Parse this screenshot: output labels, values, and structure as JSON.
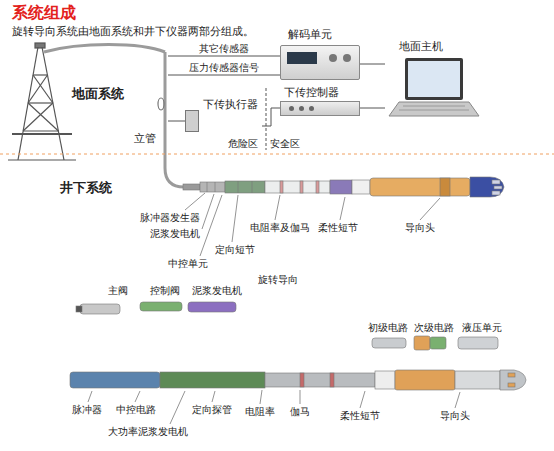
{
  "diagram": {
    "title": "系统组成",
    "nodes": [
      {
        "text": [
          "立管"
        ]
      },
      {
        "text": [
          "解码单元"
        ]
      },
      {
        "text": [
          "地面主机"
        ]
      },
      {
        "text": [
          "下传控制器"
        ]
      },
      {
        "text": [
          "下传执行器"
        ]
      }
    ],
    "edges": [
      {
        "from": 0,
        "to": 1,
        "label": "其它传感器",
        "arrow": "none"
      },
      {
        "from": 0,
        "to": 1,
        "label": "压力传感器信号",
        "arrow": "none"
      },
      {
        "from": 1,
        "to": 2,
        "arrow": "none"
      },
      {
        "from": 2,
        "to": 3,
        "arrow": "none"
      },
      {
        "from": 3,
        "to": 4,
        "arrow": "none"
      },
      {
        "from": 4,
        "to": 0,
        "arrow": "none"
      }
    ],
    "labels": [
      "旋转导向系统由地面系统和井下仪器两部分组成。",
      "地面系统",
      "危险区",
      "安全区",
      "井下系统",
      "脉冲器发生器",
      "泥浆发电机",
      "中控单元",
      "定向短节",
      "电阻率及伽马",
      "柔性短节",
      "导向头",
      "旋转导向",
      "主阀",
      "控制阀",
      "泥浆发电机",
      "初级电路",
      "次级电路",
      "液压单元",
      "脉冲器",
      "中控电路",
      "大功率泥浆发电机",
      "定向探管",
      "电阻率",
      "伽马",
      "柔性短节",
      "导向头"
    ]
  }
}
